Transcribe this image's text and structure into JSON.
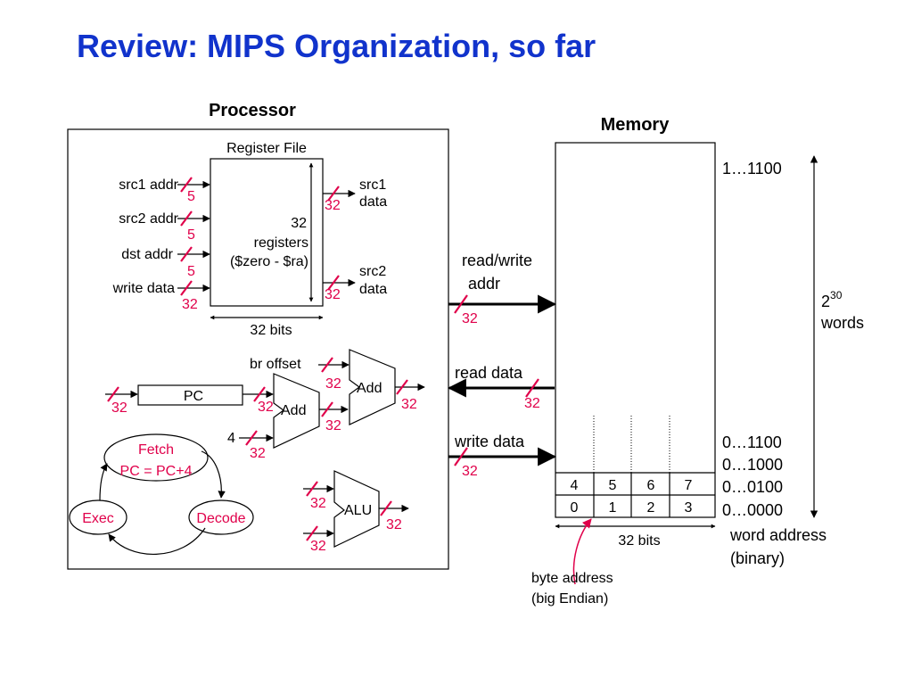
{
  "title": "Review:  MIPS Organization, so far",
  "processor": {
    "label": "Processor",
    "register_file": {
      "title": "Register File",
      "count": "32",
      "desc": "registers",
      "range": "($zero - $ra)",
      "width": "32 bits",
      "inputs": [
        {
          "label": "src1 addr",
          "bits": "5"
        },
        {
          "label": "src2 addr",
          "bits": "5"
        },
        {
          "label": "dst addr",
          "bits": "5"
        },
        {
          "label": "write data",
          "bits": "32"
        }
      ],
      "outputs": [
        {
          "line1": "src1",
          "line2": "data",
          "bits": "32"
        },
        {
          "line1": "src2",
          "line2": "data",
          "bits": "32"
        }
      ]
    },
    "pc": {
      "label": "PC",
      "in_bits": "32",
      "out_bits": "32"
    },
    "adder_pc": {
      "label": "Add",
      "const_input": "4",
      "const_bits": "32",
      "out_bits": "32"
    },
    "adder_branch": {
      "label": "Add",
      "offset_label": "br offset",
      "offset_bits": "32",
      "in_bits": "32",
      "out_bits": "32"
    },
    "alu": {
      "label": "ALU",
      "in1_bits": "32",
      "in2_bits": "32",
      "out_bits": "32"
    },
    "cycle": {
      "fetch_line1": "Fetch",
      "fetch_line2": "PC = PC+4",
      "decode": "Decode",
      "exec": "Exec"
    }
  },
  "buses": {
    "rw_addr_line1": "read/write",
    "rw_addr_line2": "addr",
    "rw_addr_bits": "32",
    "read_data": "read data",
    "read_data_bits": "32",
    "write_data": "write data",
    "write_data_bits": "32"
  },
  "memory": {
    "label": "Memory",
    "row_upper": [
      "4",
      "5",
      "6",
      "7"
    ],
    "row_lower": [
      "0",
      "1",
      "2",
      "3"
    ],
    "width": "32 bits",
    "addresses": [
      "1…1100",
      "0…1100",
      "0…1000",
      "0…0100",
      "0…0000"
    ],
    "size_base": "2",
    "size_exp": "30",
    "size_unit": "words",
    "word_address_line1": "word address",
    "word_address_line2": "(binary)",
    "byte_address_line1": "byte address",
    "byte_address_line2": "(big Endian)"
  }
}
